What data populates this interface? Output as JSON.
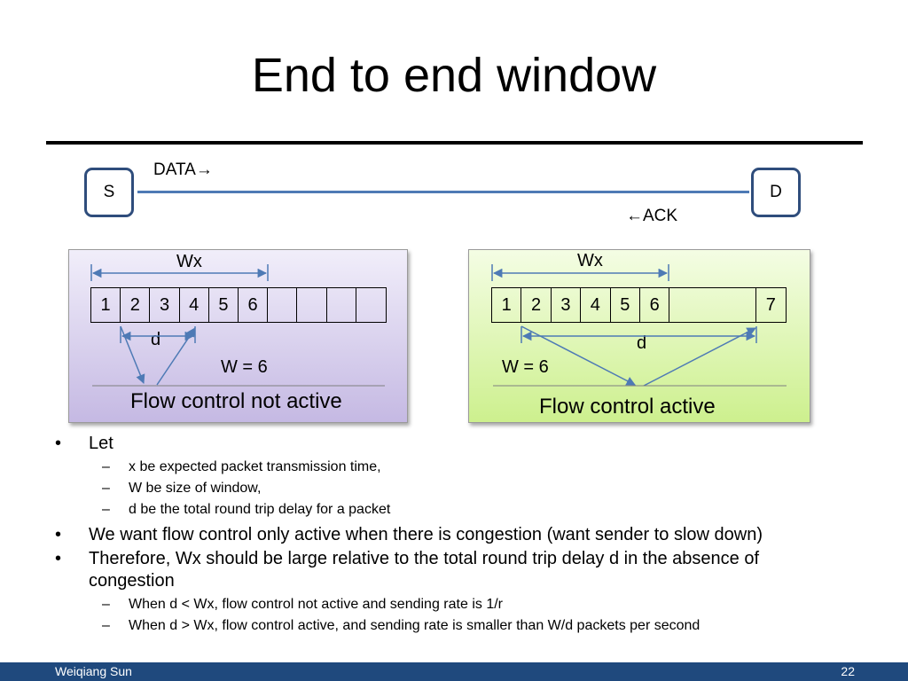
{
  "title": "End to end window",
  "network": {
    "source": "S",
    "destination": "D",
    "data_label": "DATA",
    "data_arrow": "→",
    "ack_arrow": "←",
    "ack_label": "ACK"
  },
  "left_panel": {
    "wx_label": "Wx",
    "cells": [
      "1",
      "2",
      "3",
      "4",
      "5",
      "6",
      "",
      "",
      "",
      ""
    ],
    "d_label": "d",
    "w_label": "W = 6",
    "caption": "Flow control not active"
  },
  "right_panel": {
    "wx_label": "Wx",
    "cells": [
      "1",
      "2",
      "3",
      "4",
      "5",
      "6",
      "",
      "7"
    ],
    "d_label": "d",
    "w_label": "W = 6",
    "caption": "Flow control active"
  },
  "bullets": {
    "let": "Let",
    "let_items": [
      "x be expected packet transmission time,",
      "W be size of window,",
      "d be the total round trip delay for a packet"
    ],
    "want": "We want flow control only active when there is congestion (want sender to slow down)",
    "therefore_1": "Therefore, Wx should be large relative to the total round trip delay d in the absence of",
    "therefore_2": "congestion",
    "cases": [
      "When d < Wx, flow control not active and sending rate is 1/r",
      "When d > Wx, flow control active, and sending rate is smaller than W/d packets per second"
    ],
    "bullet_mark": "•",
    "dash_mark": "–"
  },
  "footer": {
    "author": "Weiqiang Sun",
    "page": "22"
  },
  "colors": {
    "accent": "#4e7ab5",
    "node_border": "#2f4d7c",
    "footer_bg": "#1f497d",
    "left_panel": "#d9d0ef",
    "right_panel": "#dff5b0"
  }
}
